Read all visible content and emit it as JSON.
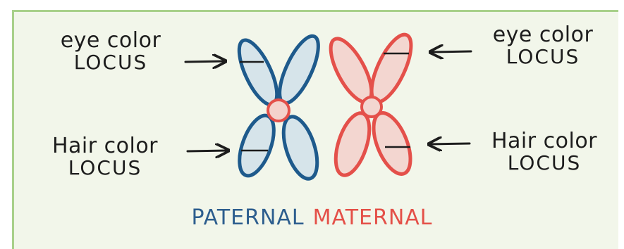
{
  "labels": {
    "paternal_eye": {
      "line1": "eye color",
      "line2": "LOCUS"
    },
    "paternal_hair": {
      "line1": "Hair color",
      "line2": "LOCUS"
    },
    "maternal_eye": {
      "line1": "eye color",
      "line2": "LOCUS"
    },
    "maternal_hair": {
      "line1": "Hair color",
      "line2": "LOCUS"
    }
  },
  "caption": {
    "paternal": "PATERNAL",
    "maternal": "MATERNAL"
  },
  "colors": {
    "paternal_stroke": "#1e5a8c",
    "paternal_fill": "#d6e4ea",
    "maternal_stroke": "#e4504a",
    "maternal_fill": "#f3d6d0",
    "centromere_fill": "#f4d2cc",
    "panel_bg": "#f2f6ea",
    "panel_border": "#a8d08a"
  }
}
